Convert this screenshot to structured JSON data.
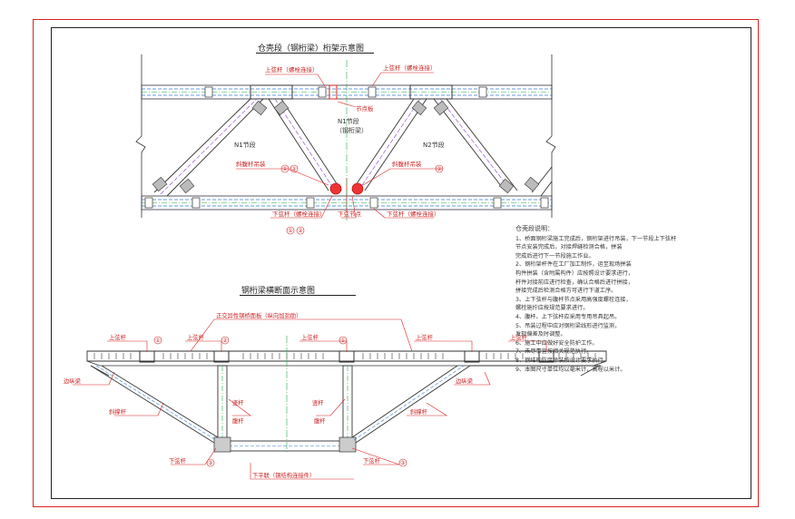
{
  "drawing": {
    "top_view_title": "仓壳段（钢桁梁）桁架示意图",
    "section_title": "钢桁梁横断面示意图",
    "notes_title": "仓壳段说明：",
    "notes": [
      "1、桥面钢桁梁施工完成后，钢桁架进行吊装，下一节段上下弦杆",
      "   节点安装完成后，对接焊缝检测合格，拼装",
      "   完成后进行下一节段施工作业。",
      "2、钢桁架杆件在工厂加工制作，运至现场拼装",
      "   构件拼装（含附属构件）应按照设计要求进行，",
      "   杆件对接前应进行检查，确认合格后进行拼接，",
      "   拼接完成后检测合格方可进行下道工序。",
      "3、上下弦杆与腹杆节点采用高强度螺栓连接，",
      "   螺栓施拧应按规范要求进行。",
      "4、腹杆、上下弦杆应采用专用吊具起吊。",
      "5、吊装过程中应对钢桁梁线形进行监测，",
      "   发现偏差及时调整。",
      "6、施工中应做好安全防护工作。",
      "7、未尽事宜按相关规范执行。",
      "8、钢结构防腐涂装按设计要求执行。",
      "9、本图尺寸单位均以毫米计，高程以米计。"
    ]
  },
  "top_view": {
    "labels": {
      "upper_chord_left": "上弦杆（螺栓连接）",
      "upper_chord_right": "上弦杆（螺栓连接）",
      "small_joint": "节点板",
      "center_panel": "N1节段",
      "center_panel_sub": "（钢桁梁）",
      "left_panel": "N1节段",
      "right_panel": "N2节段",
      "diag_left": "斜腹杆吊装",
      "diag_right": "斜腹杆吊装",
      "lower_left": "下弦杆（螺栓连接）",
      "lower_mid": "下弦节点",
      "lower_right": "下弦杆（螺栓连接）",
      "circle_a": "①",
      "circle_b": "②",
      "circle_c": "③"
    }
  },
  "section": {
    "labels": {
      "deck_callout": "正交异性钢桥面板（纵向加劲肋）",
      "top_left_a": "上弦杆",
      "top_left_b": "上弦杆",
      "top_right_a": "上弦杆",
      "top_right_b": "上弦杆",
      "mid_left": "竖杆",
      "mid_right": "竖杆",
      "web_left": "斜撑杆",
      "web_right": "斜撑杆",
      "inner_left": "腹杆",
      "inner_right": "腹杆",
      "bottom_left": "下弦杆",
      "bottom_right": "下弦杆",
      "bottom_mid": "下平联（钢结构连接件）",
      "side_left": "边纵梁",
      "side_right": "边纵梁",
      "circle_a": "①",
      "circle_b": "②",
      "circle_c": "③"
    }
  }
}
